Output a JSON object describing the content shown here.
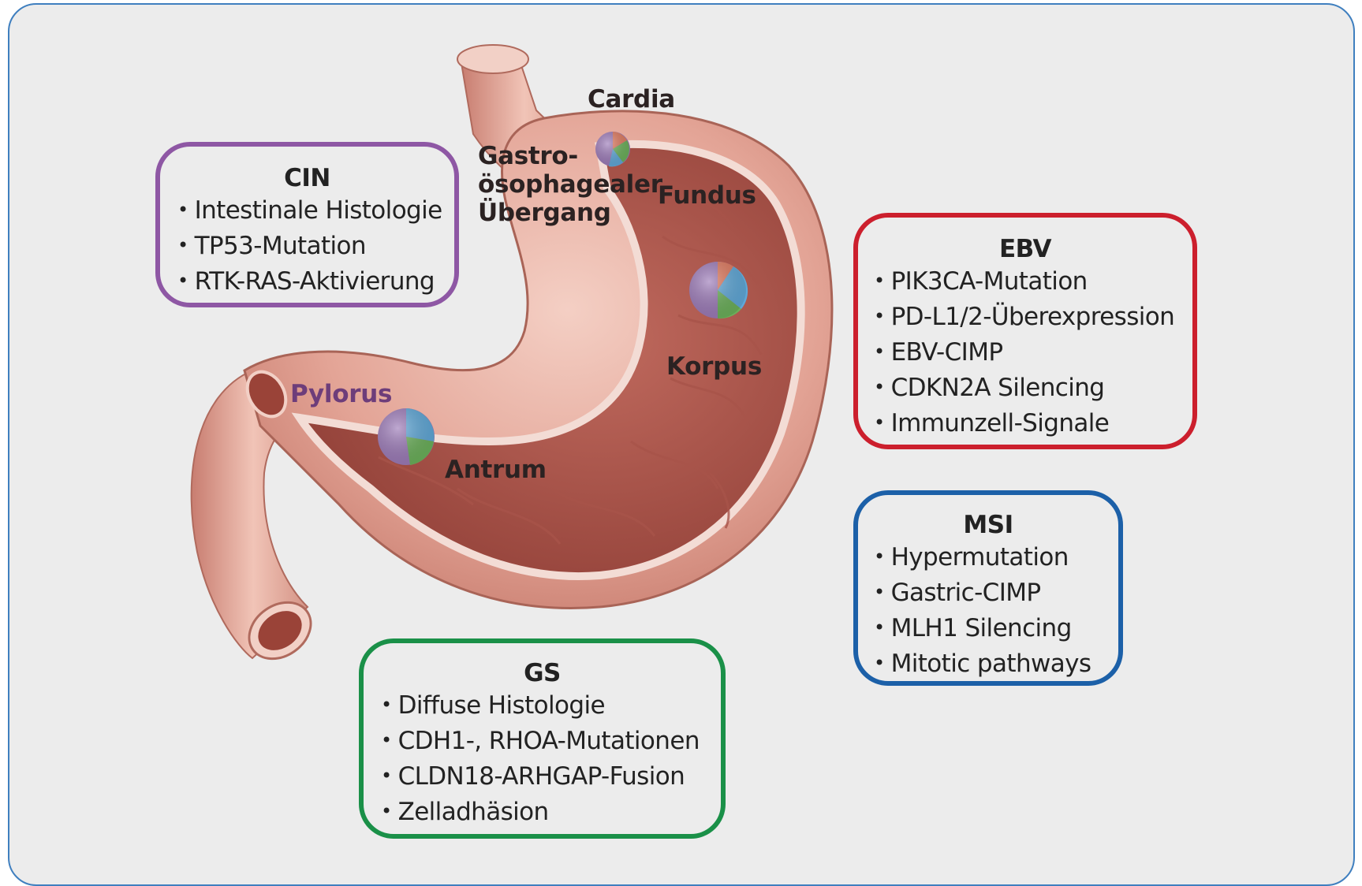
{
  "colors": {
    "cin": "#8e57a4",
    "ebv": "#cc1f2d",
    "msi": "#1c60a8",
    "gs": "#1a9048",
    "frame": "#3f7fbf"
  },
  "labels": {
    "cardia": "Cardia",
    "gej": [
      "Gastro-",
      "ösophagealer",
      "Übergang"
    ],
    "fundus": "Fundus",
    "korpus": "Korpus",
    "pylorus": "Pylorus",
    "antrum": "Antrum"
  },
  "boxes": {
    "cin": {
      "title": "CIN",
      "items": [
        "Intestinale Histologie",
        "TP53-Mutation",
        "RTK-RAS-Aktivierung"
      ]
    },
    "ebv": {
      "title": "EBV",
      "items": [
        "PIK3CA-Mutation",
        "PD-L1/2-Überexpression",
        "EBV-CIMP",
        "CDKN2A Silencing",
        "Immunzell-Signale"
      ]
    },
    "msi": {
      "title": "MSI",
      "items": [
        "Hypermutation",
        "Gastric-CIMP",
        "MLH1 Silencing",
        "Mitotic pathways"
      ]
    },
    "gs": {
      "title": "GS",
      "items": [
        "Diffuse Histologie",
        "CDH1-, RHOA-Mutationen",
        "CLDN18-ARHGAP-Fusion",
        "Zelladhäsion"
      ]
    }
  }
}
